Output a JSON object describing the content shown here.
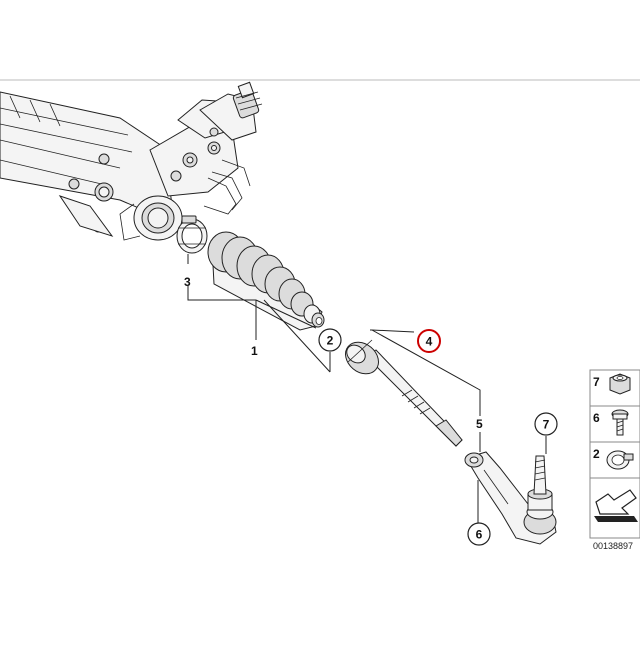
{
  "diagram": {
    "callouts": {
      "part_1": "1",
      "part_2": "2",
      "part_3": "3",
      "part_4": "4",
      "part_5": "5",
      "part_6": "6",
      "part_7": "7"
    },
    "legend": {
      "items": [
        {
          "number": "7",
          "icon": "nut-icon"
        },
        {
          "number": "6",
          "icon": "bolt-icon"
        },
        {
          "number": "2",
          "icon": "clamp-icon"
        }
      ],
      "arrow_icon": "arrow-icon"
    },
    "image_code": "00138897",
    "highlight_color": "#cc0000"
  }
}
